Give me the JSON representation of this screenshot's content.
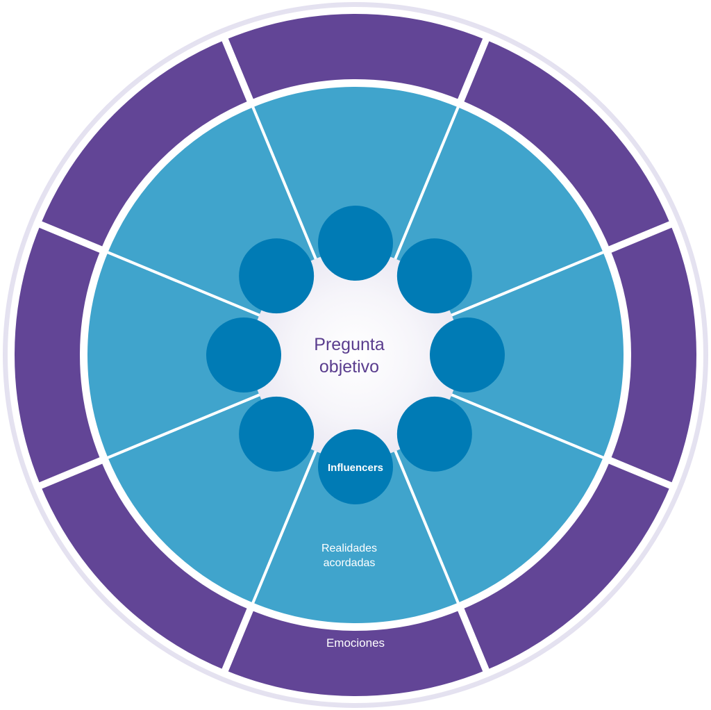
{
  "diagram": {
    "center_label_lines": [
      "Pregunta",
      "objetivo"
    ],
    "inner_ring_label": "Influencers",
    "middle_ring_label_lines": [
      "Realidades",
      "acordadas"
    ],
    "outer_ring_label": "Emociones",
    "segment_count": 8,
    "colors": {
      "outer_ring": "#624596",
      "middle_ring": "#40a4cc",
      "inner_circles": "#007bb5",
      "center_text": "#5a3d8e",
      "label_text": "#ffffff",
      "divider": "#ffffff",
      "halo": "#eeecf6"
    }
  }
}
